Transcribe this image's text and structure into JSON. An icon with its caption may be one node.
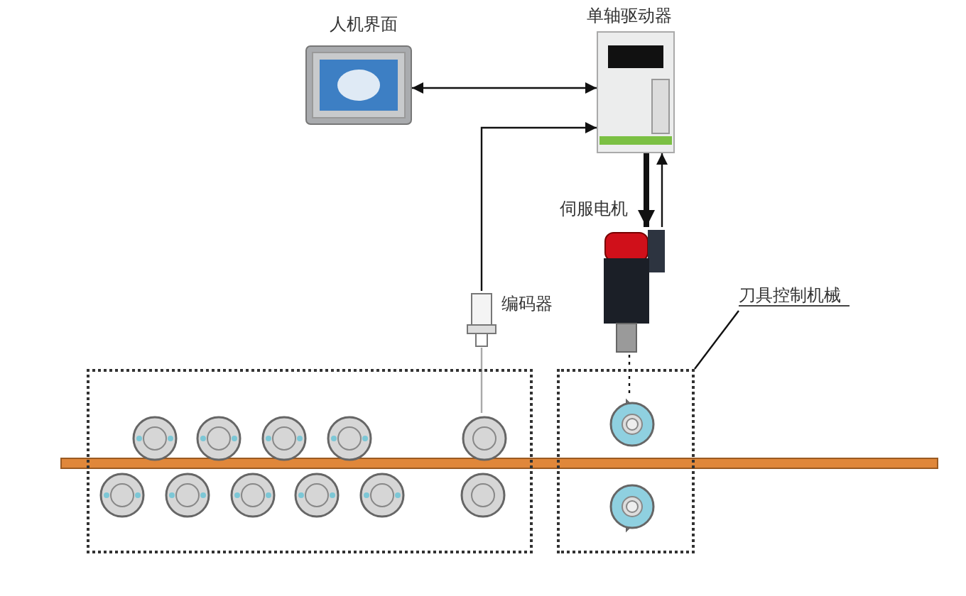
{
  "diagram": {
    "nodes": [
      {
        "text": [
          "人机界面"
        ]
      },
      {
        "text": [
          "单轴驱动器"
        ]
      },
      {
        "text": [
          "伺服电机"
        ]
      },
      {
        "text": [
          "编码器"
        ]
      },
      {
        "text": [
          "刀具控制机械"
        ]
      },
      {
        "text": [],
        "shape": "box"
      },
      {
        "text": [],
        "shape": "circle",
        "in": 5
      },
      {
        "text": [],
        "shape": "box"
      },
      {
        "text": [],
        "shape": "picture",
        "in": 7
      },
      {
        "text": [],
        "shape": "picture",
        "in": 7
      }
    ],
    "edges": [
      {
        "from": 0,
        "to": 1,
        "arrow": "both"
      },
      {
        "from": 3,
        "to": 1,
        "arrow": "to"
      },
      {
        "from": 1,
        "to": 2,
        "arrow": "to",
        "style": "thick"
      },
      {
        "from": 2,
        "to": 1,
        "arrow": "to"
      },
      {
        "from": 2,
        "to": 8,
        "arrow": "none",
        "style": "dashed"
      },
      {
        "from": 3,
        "to": 6,
        "arrow": "none",
        "color": "#aaaaaa"
      },
      {
        "from": 4,
        "to": 7,
        "arrow": "none"
      }
    ]
  }
}
